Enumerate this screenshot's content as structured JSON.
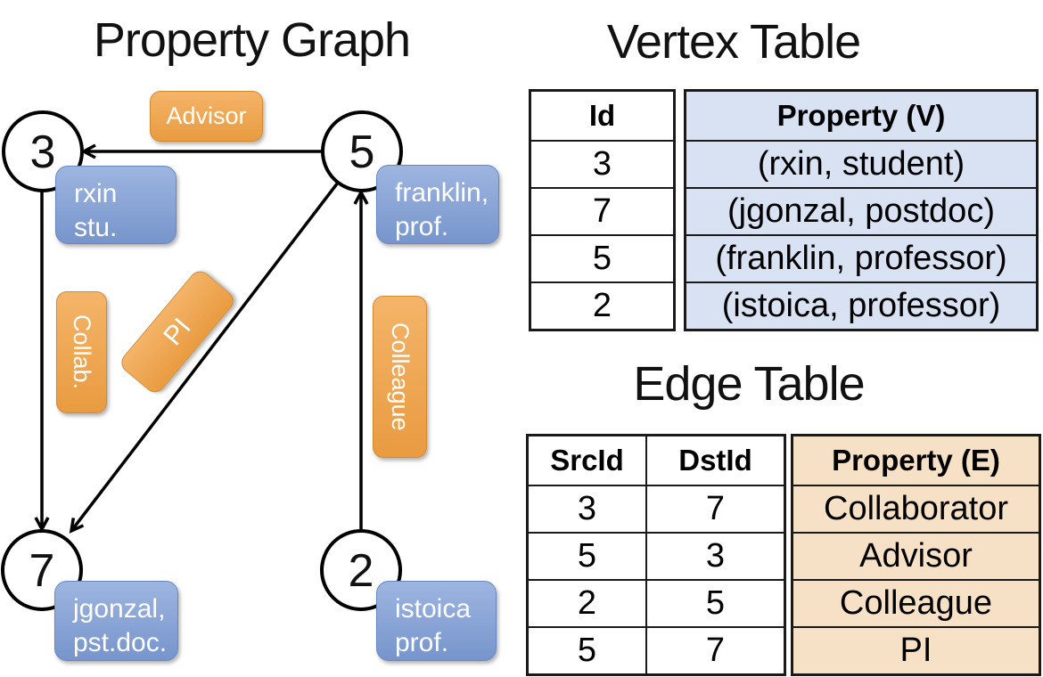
{
  "graph": {
    "title": "Property Graph",
    "nodes": [
      {
        "id": "3",
        "prop_line1": "rxin",
        "prop_line2": "stu."
      },
      {
        "id": "5",
        "prop_line1": "franklin,",
        "prop_line2": "prof."
      },
      {
        "id": "7",
        "prop_line1": "jgonzal,",
        "prop_line2": "pst.doc."
      },
      {
        "id": "2",
        "prop_line1": "istoica",
        "prop_line2": "prof."
      }
    ],
    "edge_labels": {
      "advisor": "Advisor",
      "collab": "Collab.",
      "pi": "PI",
      "colleague": "Colleague"
    }
  },
  "vertex_table": {
    "title": "Vertex Table",
    "columns": {
      "id": "Id",
      "property": "Property (V)"
    },
    "rows": [
      {
        "id": "3",
        "property": "(rxin, student)"
      },
      {
        "id": "7",
        "property": "(jgonzal, postdoc)"
      },
      {
        "id": "5",
        "property": "(franklin, professor)"
      },
      {
        "id": "2",
        "property": "(istoica, professor)"
      }
    ]
  },
  "edge_table": {
    "title": "Edge Table",
    "columns": {
      "src": "SrcId",
      "dst": "DstId",
      "property": "Property (E)"
    },
    "rows": [
      {
        "src": "3",
        "dst": "7",
        "property": "Collaborator"
      },
      {
        "src": "5",
        "dst": "3",
        "property": "Advisor"
      },
      {
        "src": "2",
        "dst": "5",
        "property": "Colleague"
      },
      {
        "src": "5",
        "dst": "7",
        "property": "PI"
      }
    ]
  },
  "colors": {
    "ink": "#000000",
    "table_border": "#1a1a1a",
    "edge_label_top": "#f4b469",
    "edge_label_bottom": "#e99b40",
    "edge_label_border": "#d18a2e",
    "vertex_label_top": "#9db5e0",
    "vertex_label_bottom": "#7795cc",
    "vertex_label_border": "#6787c2",
    "vtable_prop_bg": "#d9e2f3",
    "etable_prop_bg": "#f6e1c6"
  }
}
